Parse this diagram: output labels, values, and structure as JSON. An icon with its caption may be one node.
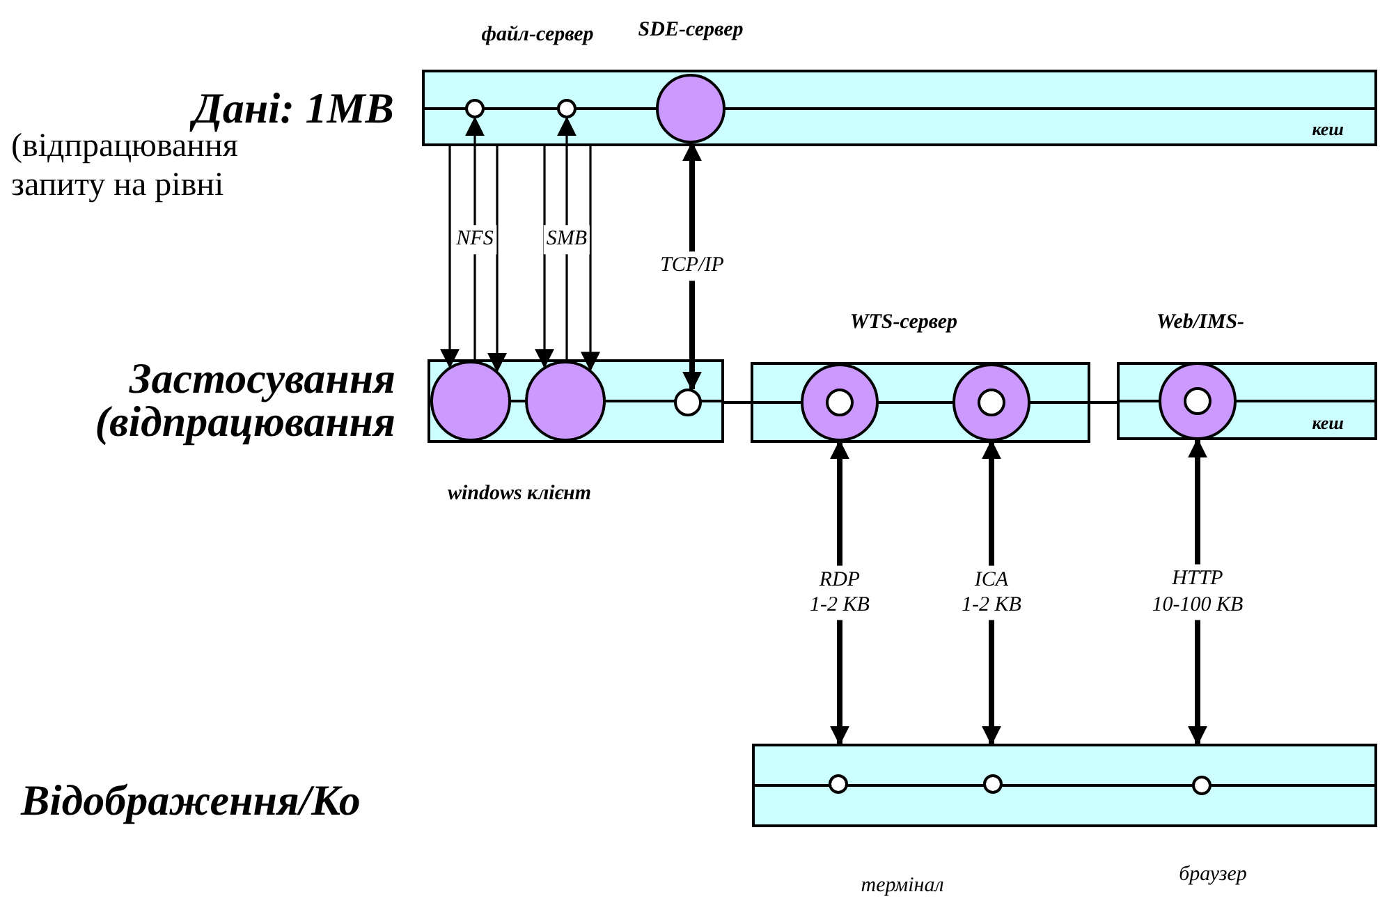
{
  "diagram": {
    "nodes": [
      {
        "text": [
          "кеш"
        ]
      },
      {
        "text": [],
        "shape": "circle",
        "in": 0
      },
      {
        "text": [],
        "shape": "circle",
        "in": 0
      },
      {
        "text": [],
        "shape": "circle",
        "in": 0,
        "beside": [
          "SDE-сервер"
        ]
      },
      {
        "text": [],
        "shape": "bar",
        "beside": [
          "windows клієнт"
        ]
      },
      {
        "text": [],
        "shape": "circle",
        "in": 4
      },
      {
        "text": [],
        "shape": "circle",
        "in": 4
      },
      {
        "text": [],
        "shape": "circle",
        "in": 4
      },
      {
        "text": [],
        "shape": "box",
        "beside": [
          "WTS-сервер"
        ]
      },
      {
        "text": [],
        "shape": "circle",
        "in": 8
      },
      {
        "text": [],
        "shape": "circle",
        "in": 8
      },
      {
        "text": [
          "кеш"
        ],
        "beside": [
          "Web/IMS-"
        ]
      },
      {
        "text": [],
        "shape": "circle",
        "in": 11
      },
      {
        "text": [],
        "shape": "bar"
      },
      {
        "text": [],
        "shape": "circle",
        "in": 13
      },
      {
        "text": [],
        "shape": "circle",
        "in": 13
      },
      {
        "text": [],
        "shape": "circle",
        "in": 13
      }
    ],
    "edges": [
      {
        "from": 1,
        "to": 5,
        "arrow": "to"
      },
      {
        "from": 5,
        "to": 1,
        "arrow": "to",
        "label": "NFS"
      },
      {
        "from": 1,
        "to": 5,
        "arrow": "to"
      },
      {
        "from": 2,
        "to": 6,
        "arrow": "to"
      },
      {
        "from": 6,
        "to": 2,
        "arrow": "to",
        "label": "SMB"
      },
      {
        "from": 2,
        "to": 6,
        "arrow": "to"
      },
      {
        "from": 3,
        "to": 7,
        "arrow": "both",
        "label": "TCP/IP",
        "style": "thick"
      },
      {
        "from": 9,
        "to": 13,
        "arrow": "both",
        "label": "RDP 1-2 KB",
        "style": "thick"
      },
      {
        "from": 10,
        "to": 13,
        "arrow": "both",
        "label": "ICA 1-2 KB",
        "style": "thick"
      },
      {
        "from": 12,
        "to": 13,
        "arrow": "both",
        "label": "HTTP 10-100 KB",
        "style": "thick"
      },
      {
        "from": 4,
        "to": 8,
        "arrow": "none"
      },
      {
        "from": 8,
        "to": 11,
        "arrow": "none"
      }
    ],
    "labels": [
      "файл-сервер",
      "Дані: 1MB",
      "(відпрацювання",
      "запиту на рівні",
      "Застосування",
      "(відпрацювання",
      "Відображення/Ко",
      "термінал",
      "браузер"
    ]
  }
}
